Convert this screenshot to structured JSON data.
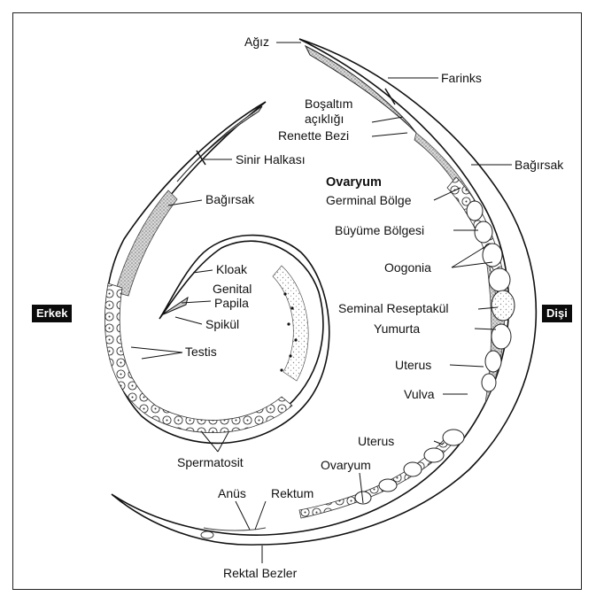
{
  "sex_tags": {
    "male": "Erkek",
    "female": "Dişi"
  },
  "labels": {
    "mouth": "Ağız",
    "pharynx": "Farinks",
    "excretory_pore_line1": "Boşaltım",
    "excretory_pore_line2": "açıklığı",
    "renette_gland": "Renette Bezi",
    "nerve_ring": "Sinir Halkası",
    "intestine_female": "Bağırsak",
    "intestine_male": "Bağırsak",
    "ovary_heading": "Ovaryum",
    "germinal_zone": "Germinal Bölge",
    "growth_zone": "Büyüme Bölgesi",
    "oogonia": "Oogonia",
    "cloaca": "Kloak",
    "genital_papilla_line1": "Genital",
    "genital_papilla_line2": "Papila",
    "spicule": "Spikül",
    "testis": "Testis",
    "seminal_receptacle": "Seminal Reseptakül",
    "egg": "Yumurta",
    "uterus_upper": "Uterus",
    "vulva": "Vulva",
    "uterus_lower": "Uterus",
    "ovary_lower": "Ovaryum",
    "spermatocyte": "Spermatosit",
    "anus": "Anüs",
    "rectum": "Rektum",
    "rectal_glands": "Rektal Bezler"
  },
  "colors": {
    "ink": "#111111",
    "stipple": "#9a9a9a",
    "body_fill": "#ffffff",
    "tag_bg": "#0b0b0b"
  }
}
